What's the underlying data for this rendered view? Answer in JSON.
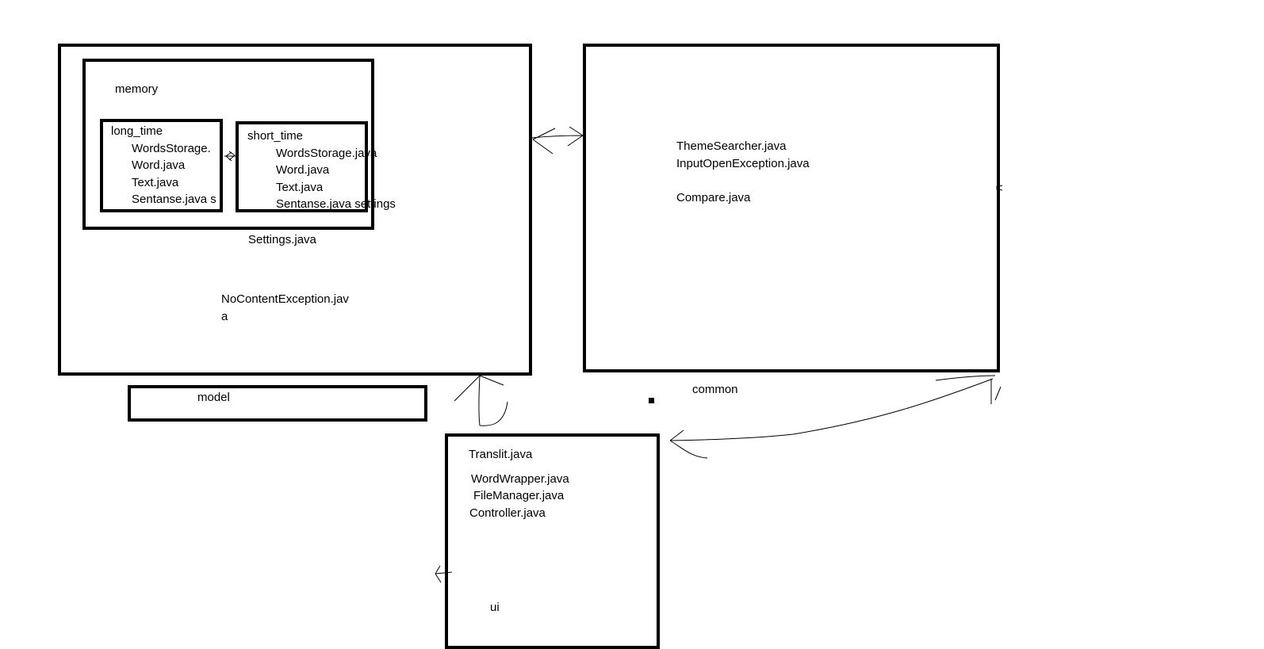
{
  "model": {
    "label": "model",
    "memory": {
      "label": "memory",
      "long_time": {
        "title": "long_time",
        "files": [
          "WordsStorage.",
          "Word.java",
          "Text.java",
          "Sentanse.java s"
        ]
      },
      "short_time": {
        "title": "short_time",
        "files": [
          "WordsStorage.java",
          "Word.java",
          "Text.java",
          "Sentanse.java settings"
        ]
      }
    },
    "settings_file": "Settings.java",
    "exception_file_line1": "NoContentException.jav",
    "exception_file_line2": "a"
  },
  "common": {
    "label": "common",
    "files": [
      "ThemeSearcher.java",
      "InputOpenException.java",
      "",
      "Compare.java"
    ]
  },
  "ui": {
    "label": "ui",
    "files": [
      "Translit.java",
      "WordWrapper.java",
      "FileManager.java",
      "Controller.java"
    ]
  }
}
